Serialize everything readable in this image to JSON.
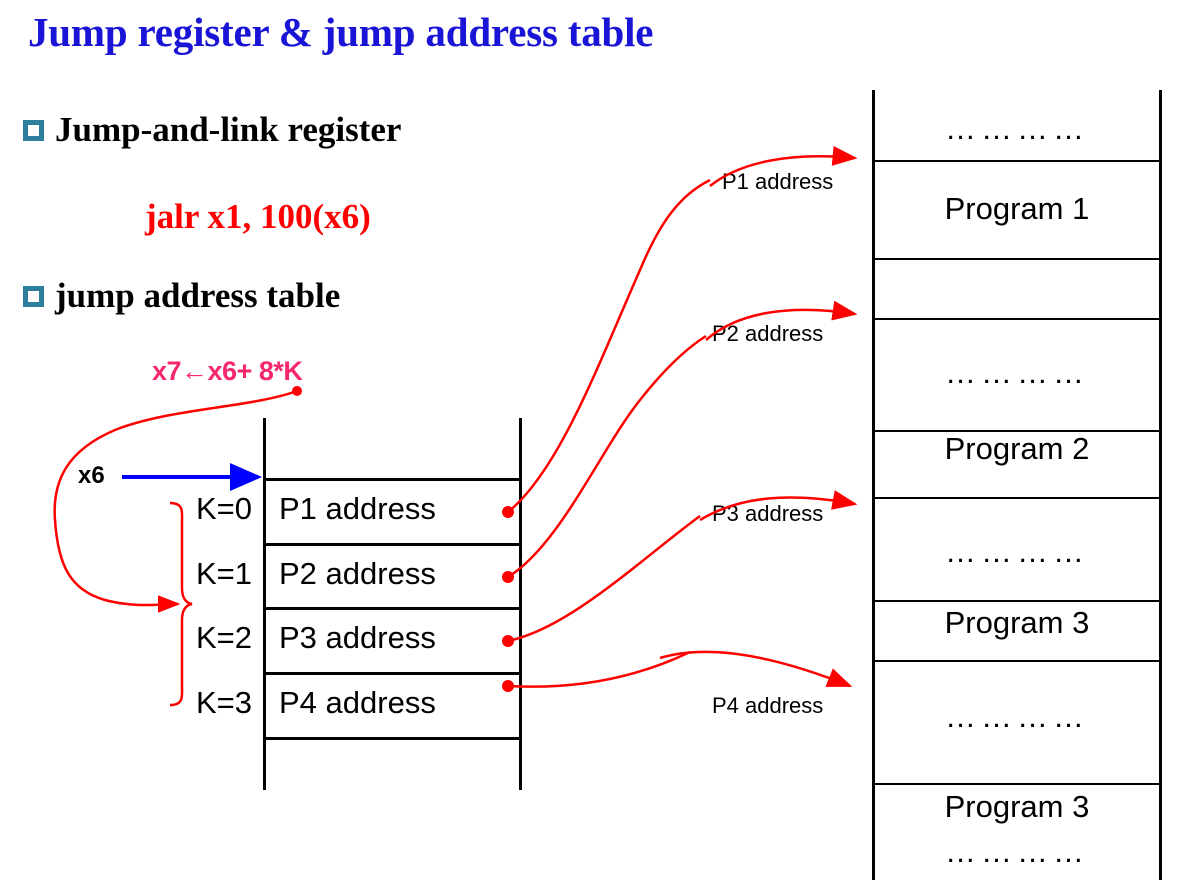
{
  "slide": {
    "title": "Jump register & jump address table",
    "title_color": "#1a15d6",
    "accent_red": "#fe0000",
    "accent_pink": "#f5286e",
    "accent_blue": "#0000ff",
    "bullet_color": "#2e7f9e"
  },
  "bullets": [
    {
      "label": "Jump-and-link register"
    },
    {
      "label": "jump address table"
    }
  ],
  "code": {
    "jalr": "jalr x1, 100(x6)"
  },
  "formula": {
    "text": "x7←x6+ 8*K"
  },
  "pointer": {
    "x6_label": "x6"
  },
  "jump_table": {
    "index_labels": [
      "K=0",
      "K=1",
      "K=2",
      "K=3"
    ],
    "rows": [
      "P1 address",
      "P2 address",
      "P3 address",
      "P4 address"
    ]
  },
  "arrow_labels": [
    {
      "text": "P1 address"
    },
    {
      "text": "P2 address"
    },
    {
      "text": "P3 address"
    },
    {
      "text": "P4 address"
    }
  ],
  "memory_block": {
    "cells": [
      {
        "text": "…………",
        "kind": "dots"
      },
      {
        "text": "Program 1",
        "kind": "program"
      },
      {
        "text": "…………",
        "kind": "dots"
      },
      {
        "text": "Program 2",
        "kind": "program"
      },
      {
        "text": "…………",
        "kind": "dots"
      },
      {
        "text": "Program 3",
        "kind": "program"
      },
      {
        "text": "…………",
        "kind": "dots"
      },
      {
        "text": "Program 3",
        "kind": "program"
      },
      {
        "text": "…………",
        "kind": "dots"
      }
    ]
  }
}
